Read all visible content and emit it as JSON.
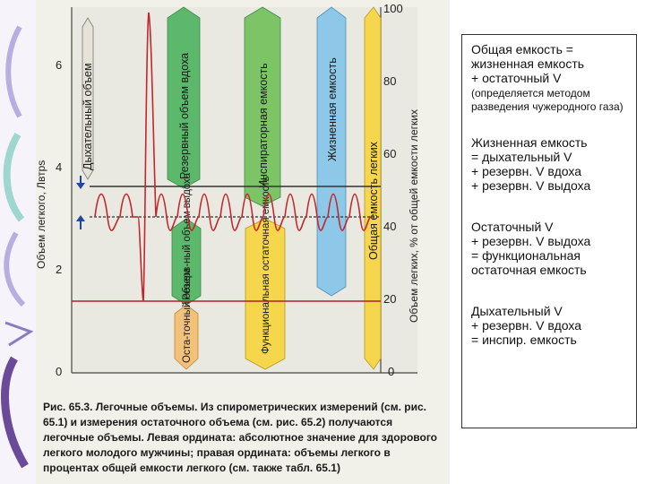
{
  "axes": {
    "left_label": "Объем легкого, Лвтps",
    "left_ticks": [
      "6",
      "4",
      "2",
      "0"
    ],
    "right_label": "Объем легких, % от общей емкости легких",
    "right_ticks": [
      "100",
      "80",
      "60",
      "40",
      "20",
      "0"
    ]
  },
  "bars": {
    "tidal": "Дыхательный объем",
    "irv": "Резервный объем вдоха",
    "ic": "Инспираторная емкость",
    "vc": "Жизненная емкость",
    "tlc": "Общая емкость легких",
    "erv": "Резерв-ный объем выдоха",
    "frc": "Функциональная остаточная емкость",
    "rv": "Оста-точный объем"
  },
  "caption": {
    "number": "Рис. 65.3.",
    "text": "Легочные объемы. Из спирометрических измерений (см. рис. 65.1) и измерения остаточного объема (см. рис. 65.2) получаются легочные объемы. Левая ордината: абсолютное значение для здорового легкого молодого мужчины; правая ордината: объемы легкого в процентах общей емкости легкого (см. также табл. 65.1)"
  },
  "notes": [
    {
      "lines": [
        "Общая емкость =",
        "жизненная емкость",
        "+ остаточный V"
      ],
      "sub": "(определяется методом разведения чужеродного газа)"
    },
    {
      "lines": [
        "Жизненная емкость",
        "= дыхательный V",
        "+ резервн. V вдоха",
        "+ резервн. V выдоха"
      ]
    },
    {
      "lines": [
        "Остаточный V",
        "+ резервн. V выдоха",
        "= функциональная",
        "остаточная емкость"
      ]
    },
    {
      "lines": [
        "Дыхательный V",
        "+ резервн. V вдоха",
        "= инспир. емкость"
      ]
    }
  ],
  "colors": {
    "tidal": "#e6e3d6",
    "irv": "#5cb86a",
    "ic": "#7cc466",
    "vc": "#8ec8e8",
    "tlc": "#f6d64c",
    "erv": "#5cb86a",
    "frc": "#f6d64c",
    "rv": "#f2c27a",
    "trace": "#c0282e"
  }
}
